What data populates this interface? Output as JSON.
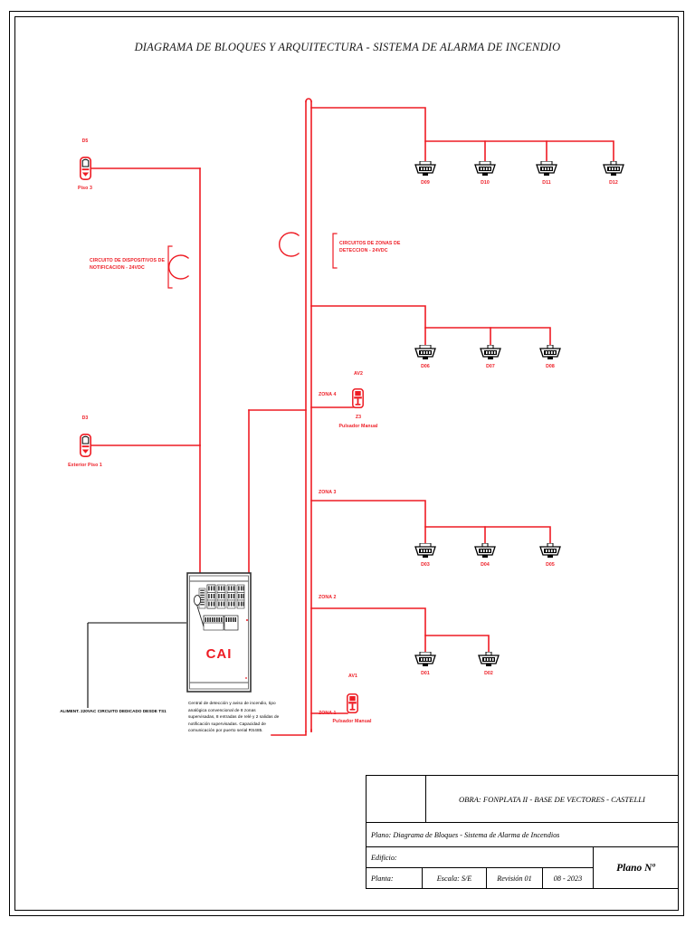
{
  "document": {
    "title": "DIAGRAMA DE BLOQUES Y ARQUITECTURA - SISTEMA DE ALARMA DE INCENDIO"
  },
  "colors": {
    "wire": "#ee1c24",
    "ink": "#000000",
    "background": "#ffffff"
  },
  "panel": {
    "label": "CAI",
    "description": "Central de detección y aviso de incendio, tipo analógica convencional de 8 zonas supervisadas, 8 entradas de relé y 2 salidas de notificación supervisadas. Capacidad de comunicación por puerto serial RS485.",
    "power_note": "ALIMENT. 220VAC CIRCUITO DEDICADO DESDE TS1"
  },
  "circuits": {
    "notification": "CIRCUITO DE DISPOSITIVOS DE NOTIFICACION - 24VDC",
    "detection": "CIRCUITOS DE ZONAS DE DETECCION - 24VDC"
  },
  "notification_devices": [
    {
      "tag": "D5",
      "location": "Piso 3"
    },
    {
      "tag": "D3",
      "location": "Exterior Piso 1"
    }
  ],
  "zones": [
    {
      "name": "ZONA 4"
    },
    {
      "name": "ZONA 3"
    },
    {
      "name": "ZONA 2"
    },
    {
      "name": "ZONA 1"
    }
  ],
  "pull_stations": [
    {
      "tag": "AV2",
      "id": "Z3",
      "type": "Pulsador Manual"
    },
    {
      "tag": "AV1",
      "id": "",
      "type": "Pulsador Manual"
    }
  ],
  "detectors": {
    "row_top": [
      "D09",
      "D10",
      "D11",
      "D12"
    ],
    "row_second": [
      "D06",
      "D07",
      "D08"
    ],
    "row_third": [
      "D03",
      "D04",
      "D05"
    ],
    "row_bottom": [
      "D01",
      "D02"
    ]
  },
  "title_block": {
    "obra": "OBRA: FONPLATA II - BASE DE VECTORES - CASTELLI",
    "plano": "Plano: Diagrama de Bloques - Sistema de Alarma de Incendios",
    "edificio": "Edificio:",
    "planta": "Planta:",
    "escala": "Escala: S/E",
    "revision": "Revisión 01",
    "fecha": "08 - 2023",
    "plano_n": "Plano Nº"
  }
}
